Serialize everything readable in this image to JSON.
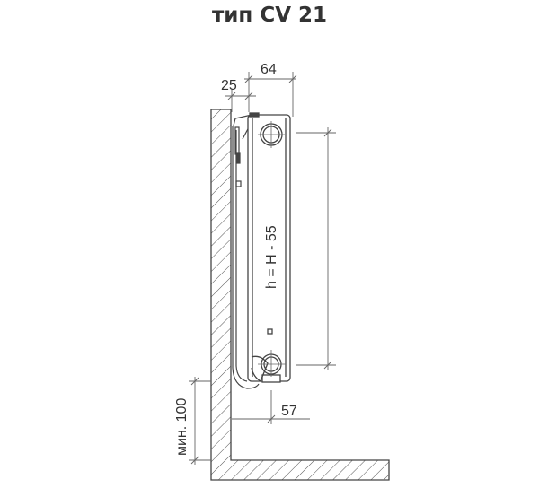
{
  "title": "тип CV 21",
  "dimensions": {
    "wall_gap": "25",
    "depth": "64",
    "center_height": "h = H - 55",
    "pipe_offset": "57",
    "min_floor": "мин. 100"
  }
}
